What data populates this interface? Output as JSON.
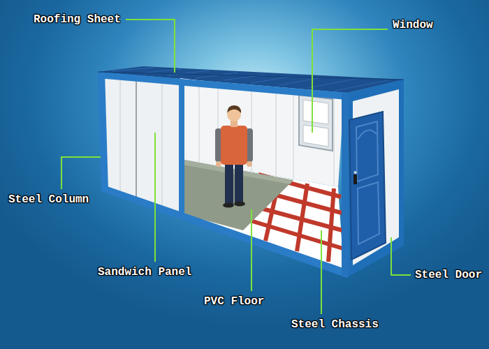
{
  "diagram": {
    "labels": [
      "Roofing Sheet",
      "Window",
      "Steel Column",
      "Sandwich Panel",
      "PVC Floor",
      "Steel Chassis",
      "Steel Door"
    ]
  }
}
